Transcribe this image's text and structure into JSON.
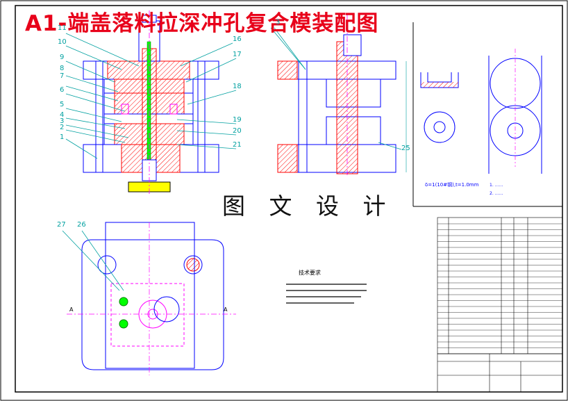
{
  "title": "A1-端盖落料拉深冲孔复合模装配图",
  "watermark": "图 文 设 计",
  "colors": {
    "frame": "#000000",
    "outline": "#0000ff",
    "hatch": "#ff0000",
    "leader": "#00a0a0",
    "center": "#ff00ff",
    "title_text": "#e8001a",
    "yellow_part": "#ffff00",
    "green_part": "#00ff00"
  },
  "front_view": {
    "callouts_left": [
      "11",
      "10",
      "9",
      "8",
      "7",
      "6",
      "5",
      "4",
      "3",
      "2",
      "1"
    ],
    "callouts_right": [
      "16",
      "17",
      "18",
      "19",
      "20",
      "21"
    ],
    "callout_top": "3"
  },
  "side_view": {
    "callout": "25"
  },
  "plan_view": {
    "callouts": [
      "27",
      "26"
    ],
    "section_letter": "A"
  },
  "part_drawing": {
    "spec_note": "δ=1(10#钢),t=1.0mm",
    "notes_lines": [
      "1. ……",
      "2. ……"
    ]
  },
  "tech_requirements": {
    "heading": "技术要求"
  }
}
